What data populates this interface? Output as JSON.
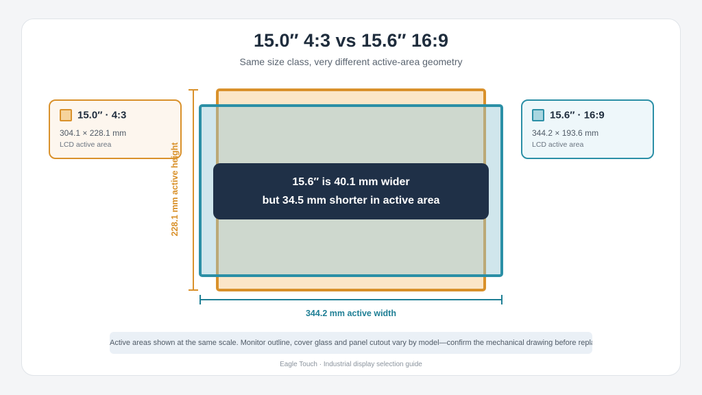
{
  "header": {
    "title": "15.0″ 4:3 vs 15.6″ 16:9",
    "subtitle": "Same size class, very different active-area geometry"
  },
  "legend_left": {
    "title": "15.0″ · 4:3",
    "dims": "304.1 × 228.1 mm",
    "note": "LCD active area",
    "color": "#d9912b"
  },
  "legend_right": {
    "title": "15.6″ · 16:9",
    "dims": "344.2 × 193.6 mm",
    "note": "LCD active area",
    "color": "#2b8fa6"
  },
  "callout": {
    "line1": "15.6″ is 40.1 mm wider",
    "line2": "but 34.5 mm shorter in active area"
  },
  "dimensions": {
    "height_label": "228.1 mm active height",
    "width_label": "344.2 mm active width"
  },
  "footer": {
    "note": "Active areas shown at the same scale. Monitor outline, cover glass and panel cutout vary by model—confirm the mechanical drawing before replacement.",
    "credit": "Eagle Touch · Industrial display selection guide"
  }
}
